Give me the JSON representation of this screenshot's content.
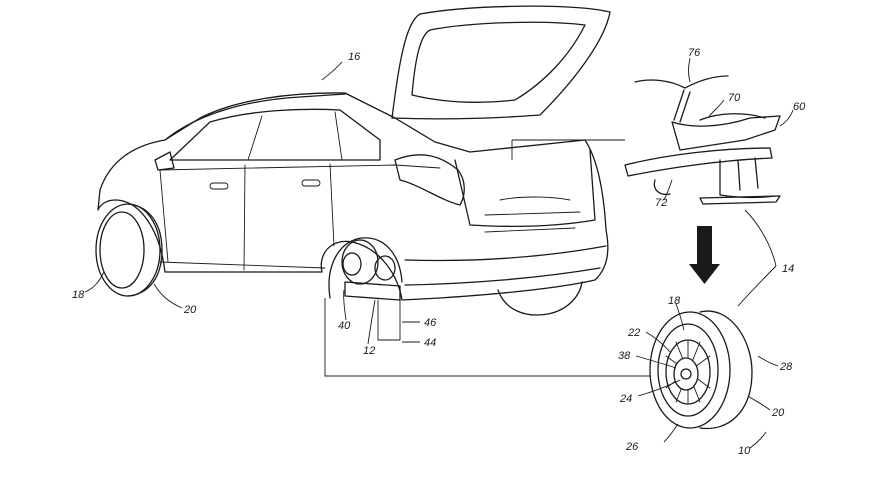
{
  "labels": {
    "car": "16",
    "kick_scooter": "76",
    "scooter_seat": "70",
    "scooter_unit": "60",
    "scooter_frame": "72",
    "assembly": "14",
    "front_wheel": "18",
    "front_tire": "20",
    "hub": "40",
    "hub_coupler": "46",
    "axle": "12",
    "drive_unit": "44",
    "detached_wheel": "18",
    "spoke_plate": "22",
    "motor": "38",
    "hub_center": "24",
    "rim_side": "28",
    "tire": "20",
    "wheel_face": "26",
    "wheel_assembly": "10"
  },
  "colors": {
    "line": "#1a1a1a",
    "background": "#ffffff"
  },
  "icons": {
    "arrow": "down-arrow-icon"
  }
}
